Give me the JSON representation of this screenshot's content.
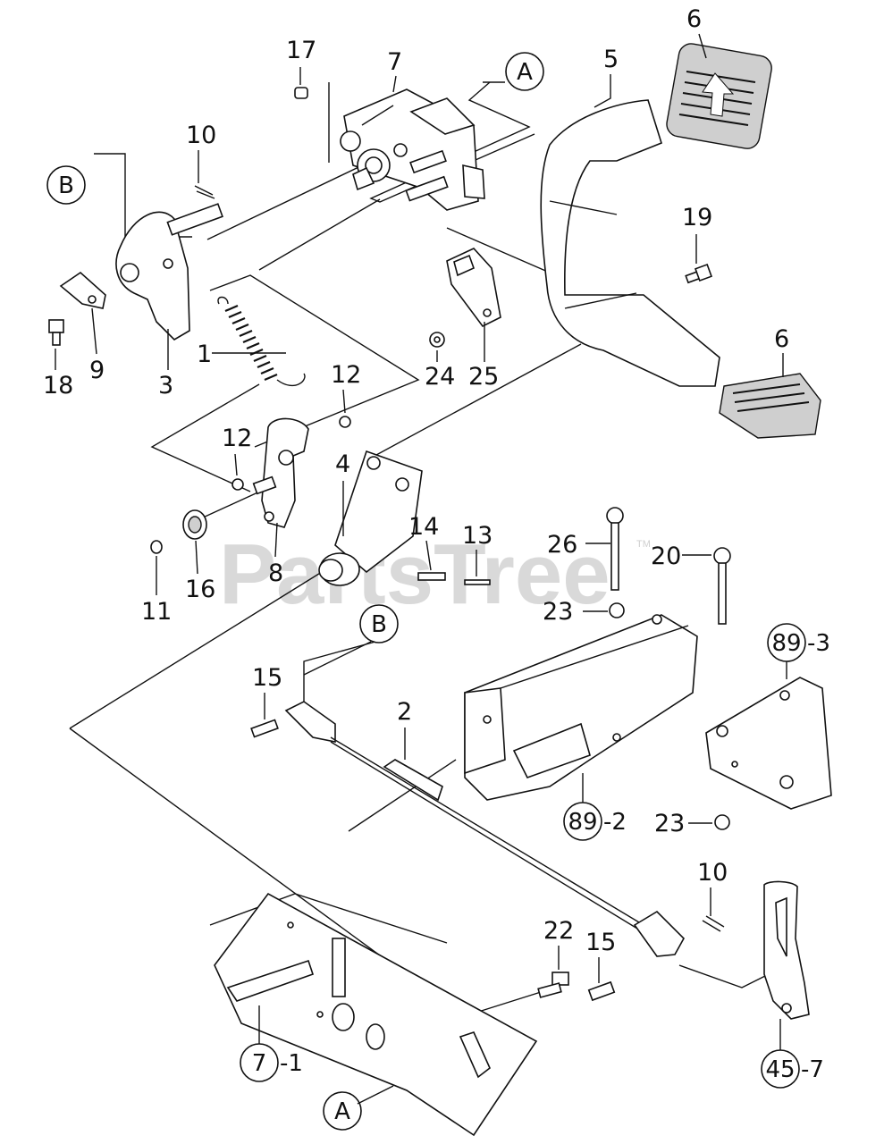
{
  "watermark": {
    "text": "PartsTree",
    "trademark": "TM"
  },
  "callouts": [
    {
      "id": "c17",
      "text": "17"
    },
    {
      "id": "c7",
      "text": "7"
    },
    {
      "id": "c5",
      "text": "5"
    },
    {
      "id": "c6a",
      "text": "6"
    },
    {
      "id": "c10a",
      "text": "10"
    },
    {
      "id": "c19",
      "text": "19"
    },
    {
      "id": "c6b",
      "text": "6"
    },
    {
      "id": "c1",
      "text": "1"
    },
    {
      "id": "c12a",
      "text": "12"
    },
    {
      "id": "c18",
      "text": "18"
    },
    {
      "id": "c9",
      "text": "9"
    },
    {
      "id": "c3",
      "text": "3"
    },
    {
      "id": "c24",
      "text": "24"
    },
    {
      "id": "c25",
      "text": "25"
    },
    {
      "id": "c12b",
      "text": "12"
    },
    {
      "id": "c4",
      "text": "4"
    },
    {
      "id": "c14",
      "text": "14"
    },
    {
      "id": "c13",
      "text": "13"
    },
    {
      "id": "c26",
      "text": "26"
    },
    {
      "id": "c20",
      "text": "20"
    },
    {
      "id": "c16",
      "text": "16"
    },
    {
      "id": "c8",
      "text": "8"
    },
    {
      "id": "c11",
      "text": "11"
    },
    {
      "id": "c23a",
      "text": "23"
    },
    {
      "id": "c15a",
      "text": "15"
    },
    {
      "id": "c2",
      "text": "2"
    },
    {
      "id": "c23b",
      "text": "23"
    },
    {
      "id": "c10b",
      "text": "10"
    },
    {
      "id": "c22",
      "text": "22"
    },
    {
      "id": "c15b",
      "text": "15"
    }
  ],
  "circled": [
    {
      "id": "rA1",
      "text": "A"
    },
    {
      "id": "rB1",
      "text": "B"
    },
    {
      "id": "rB2",
      "text": "B"
    },
    {
      "id": "rA2",
      "text": "A"
    }
  ],
  "assembly_refs": [
    {
      "id": "r89_3",
      "num": "89",
      "suffix": "-3"
    },
    {
      "id": "r89_2",
      "num": "89",
      "suffix": "-2"
    },
    {
      "id": "r7_1",
      "num": "7",
      "suffix": "-1"
    },
    {
      "id": "r45_7",
      "num": "45",
      "suffix": "-7"
    }
  ]
}
